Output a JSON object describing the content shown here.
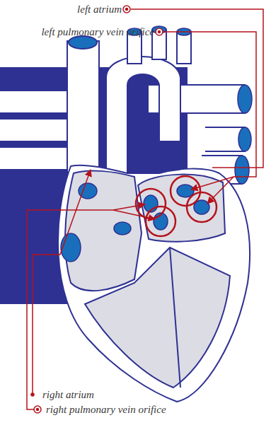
{
  "diagram": {
    "labels": [
      "left atrium",
      "left pulmonary vein orifice",
      "right atrium",
      "right pulmonary vein orifice"
    ]
  }
}
